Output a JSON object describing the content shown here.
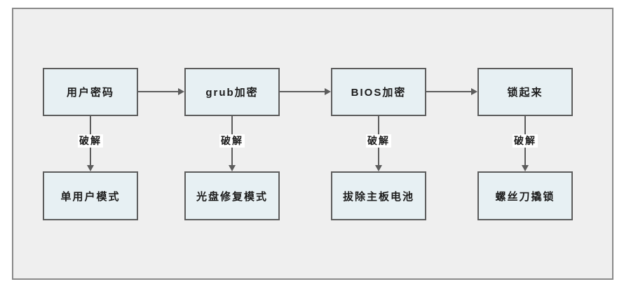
{
  "diagram": {
    "columns": [
      {
        "top": "用户密码",
        "crack": "破解",
        "bottom": "单用户模式"
      },
      {
        "top": "grub加密",
        "crack": "破解",
        "bottom": "光盘修复模式"
      },
      {
        "top": "BIOS加密",
        "crack": "破解",
        "bottom": "拔除主板电池"
      },
      {
        "top": "锁起来",
        "crack": "破解",
        "bottom": "螺丝刀撬锁"
      }
    ],
    "colors": {
      "page_bg": "#ffffff",
      "canvas_bg": "#efefef",
      "canvas_border": "#898989",
      "box_fill": "#e7f0f3",
      "box_border": "#5c5c5c",
      "connector": "#5c5c5c",
      "text": "#1c1c1c",
      "edge_label_bg": "#ffffff"
    }
  }
}
